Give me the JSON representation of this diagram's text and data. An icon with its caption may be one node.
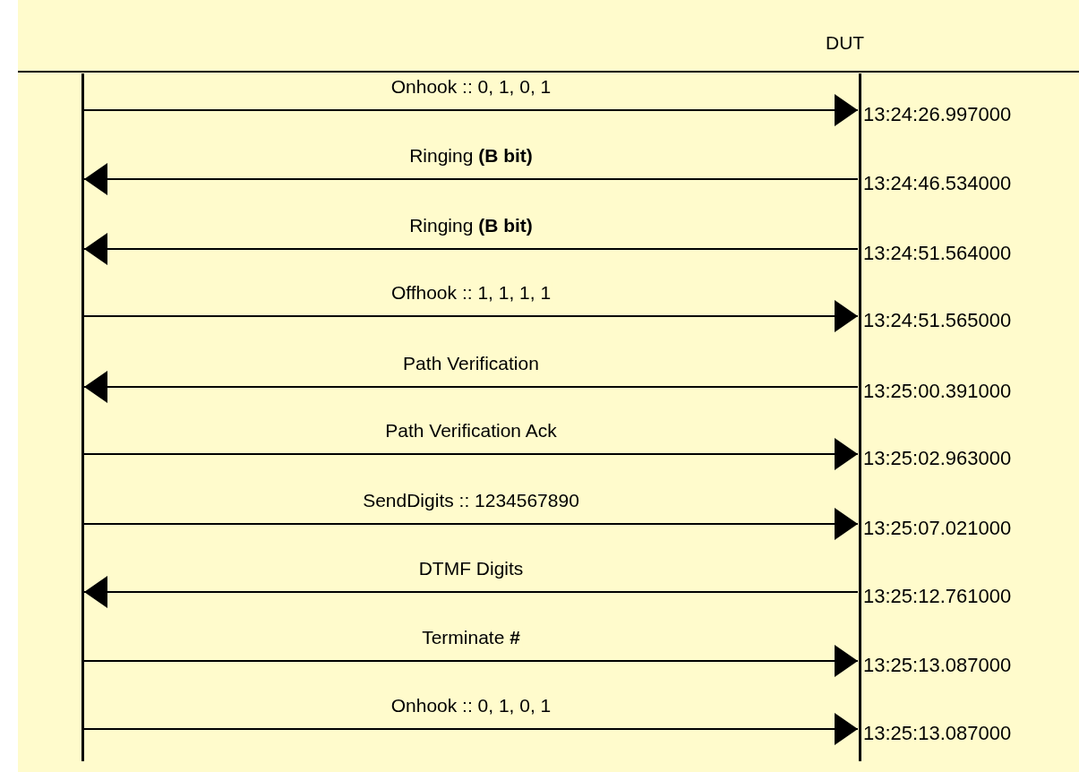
{
  "diagram": {
    "nodes": [
      {
        "text": [],
        "shape": "line"
      },
      {
        "text": [
          "DUT"
        ]
      }
    ],
    "edges": [
      {
        "from": 0,
        "to": 1,
        "arrow": "to",
        "label": "Onhook :: 0, 1, 0, 1"
      },
      {
        "from": 1,
        "to": 0,
        "arrow": "to",
        "label": "Ringing **(B bit)**"
      },
      {
        "from": 1,
        "to": 0,
        "arrow": "to",
        "label": "Ringing **(B bit)**"
      },
      {
        "from": 0,
        "to": 1,
        "arrow": "to",
        "label": "Offhook :: 1, 1, 1, 1"
      },
      {
        "from": 1,
        "to": 0,
        "arrow": "to",
        "label": "Path Verification"
      },
      {
        "from": 0,
        "to": 1,
        "arrow": "to",
        "label": "Path Verification Ack"
      },
      {
        "from": 0,
        "to": 1,
        "arrow": "to",
        "label": "SendDigits :: 1234567890"
      },
      {
        "from": 1,
        "to": 0,
        "arrow": "to",
        "label": "DTMF Digits"
      },
      {
        "from": 0,
        "to": 1,
        "arrow": "to",
        "label": "Terminate **#**"
      },
      {
        "from": 0,
        "to": 1,
        "arrow": "to",
        "label": "Onhook :: 0, 1, 0, 1"
      }
    ],
    "labels": [
      "13:24:26.997000",
      "13:24:46.534000",
      "13:24:51.564000",
      "13:24:51.565000",
      "13:25:00.391000",
      "13:25:02.963000",
      "13:25:07.021000",
      "13:25:12.761000",
      "13:25:13.087000",
      "13:25:13.087000"
    ]
  }
}
